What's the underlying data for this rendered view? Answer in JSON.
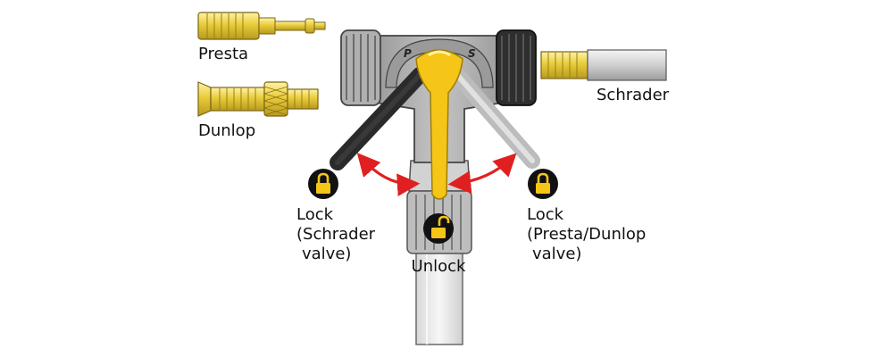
{
  "valves": {
    "presta_label": "Presta",
    "dunlop_label": "Dunlop",
    "schrader_label": "Schrader"
  },
  "head": {
    "left_mark": "P",
    "right_mark": "S"
  },
  "positions": {
    "lock_schrader": [
      "Lock",
      "(Schrader",
      "valve)"
    ],
    "unlock": "Unlock",
    "lock_presta_dunlop": [
      "Lock",
      "(Presta/Dunlop",
      "valve)"
    ]
  },
  "colors": {
    "brass": "#e8cc3a",
    "lever": "#f5c518",
    "arrow": "#e02020",
    "dark_lever": "#333333",
    "light_lever": "#cfcfcf",
    "lock_badge": "#111111"
  },
  "icons": {
    "lock": "padlock-closed-icon",
    "unlock": "padlock-open-icon"
  }
}
